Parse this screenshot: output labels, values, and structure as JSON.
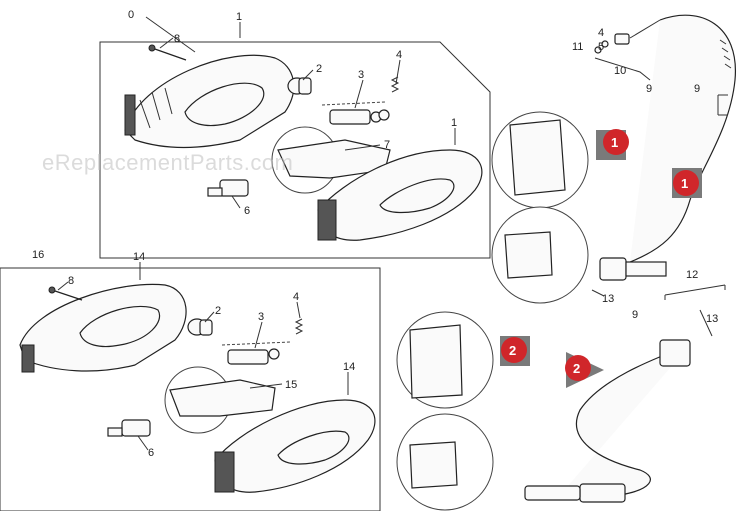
{
  "watermark": "eReplacementParts.com",
  "callouts": {
    "c0": "0",
    "c1a": "1",
    "c8a": "8",
    "c2a": "2",
    "c3a": "3",
    "c4a": "4",
    "c7": "7",
    "c1b": "1",
    "c6a": "6",
    "c11": "11",
    "c4c": "4",
    "c5": "5",
    "c10": "10",
    "c9a": "9",
    "c9b": "9",
    "c16": "16",
    "c14a": "14",
    "c8b": "8",
    "c2b": "2",
    "c3b": "3",
    "c4b": "4",
    "c15": "15",
    "c14b": "14",
    "c6b": "6",
    "c12": "12",
    "c13a": "13",
    "c13b": "13",
    "c9c": "9"
  },
  "markers": {
    "m1a": "1",
    "m1b": "1",
    "m2a": "2",
    "m2b": "2"
  },
  "colors": {
    "marker": "#d0262a",
    "marker_shadow": "#7a7a7a",
    "line": "#333333"
  }
}
